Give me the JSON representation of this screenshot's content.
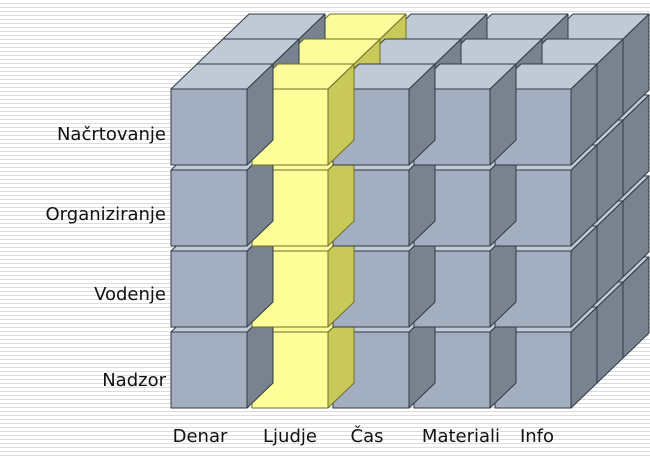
{
  "rows": [
    "Načrtovanje",
    "Organiziranje",
    "Vodenje",
    "Nadzor"
  ],
  "columns": [
    "Denar",
    "Ljudje",
    "Čas",
    "Materiali",
    "Info"
  ],
  "highlighted_column": "Ljudje",
  "depth_layers": 3,
  "colors": {
    "normal": {
      "front": "#a3afc0",
      "top": "#c0cad6",
      "side": "#78838f",
      "edge": "#2f3a45"
    },
    "highlight": {
      "front": "#ffff99",
      "top": "#fcfc9a",
      "side": "#c9c95a",
      "edge": "#6e6e2a"
    }
  }
}
